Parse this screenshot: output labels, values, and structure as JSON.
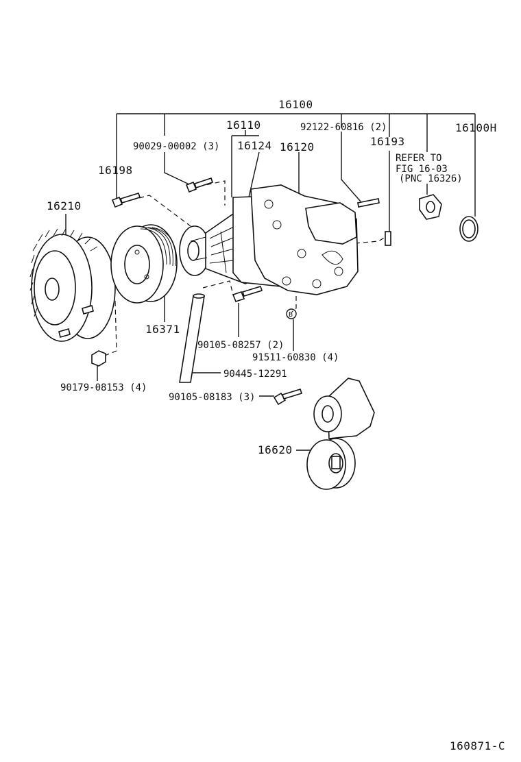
{
  "labels": {
    "p16100": "16100",
    "p16110": "16110",
    "p16124": "16124",
    "p16120": "16120",
    "p92122": "92122-60816 (2)",
    "p16193": "16193",
    "p16100H": "16100H",
    "p90029": "90029-00002 (3)",
    "p16198": "16198",
    "refer1": "REFER TO",
    "refer2": "FIG 16-03",
    "refer3": "(PNC 16326)",
    "p16210": "16210",
    "p16371": "16371",
    "p90105a": "90105-08257 (2)",
    "b_marker": "B",
    "p91511": "91511-60830 (4)",
    "p90179": "90179-08153 (4)",
    "p90445": "90445-12291",
    "p90105b": "90105-08183 (3)",
    "p16620": "16620",
    "figure_code": "160871-C"
  }
}
